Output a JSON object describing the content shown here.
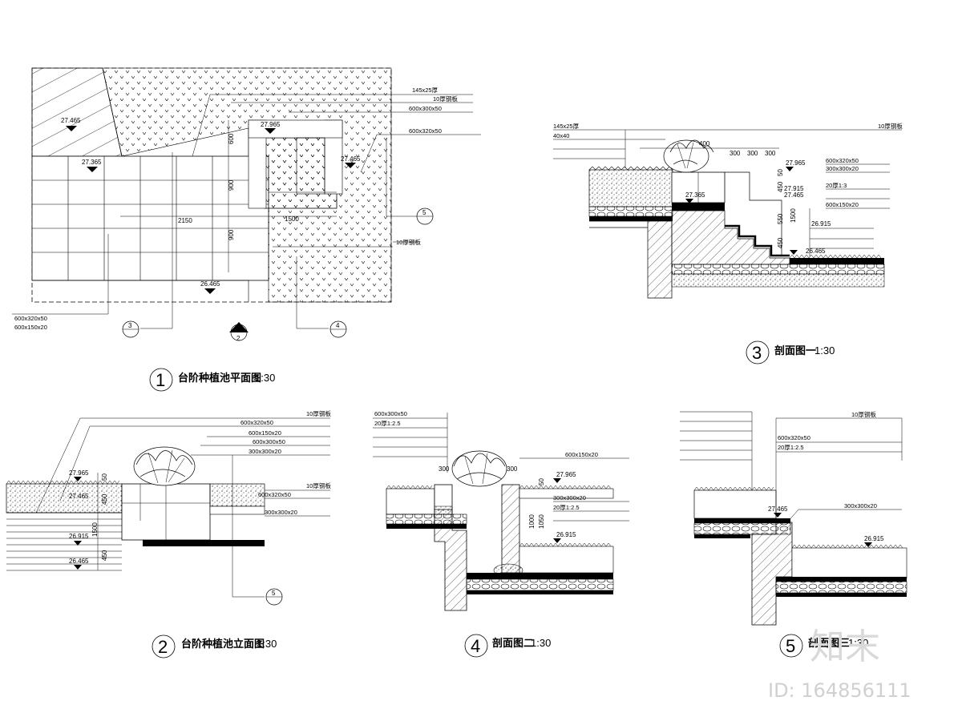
{
  "plan": {
    "caption_num": "1",
    "caption_title": "台阶种植池平面图",
    "caption_scale": "1:30",
    "notes_right": [
      "145x25厚",
      "10厚钢板",
      "600x300x50",
      "600x320x50"
    ],
    "notes_left": [
      "600x320x50",
      "600x150x20"
    ],
    "elevations": [
      "27.465",
      "27.365",
      "27.965",
      "27.465",
      "26.465"
    ],
    "dims": [
      "600",
      "900",
      "900",
      "2150",
      "1500"
    ],
    "markers": [
      "3",
      "4",
      "5",
      "2"
    ]
  },
  "section1": {
    "caption_num": "3",
    "caption_title": "剖面图一",
    "caption_scale": "1:30",
    "notes_left": [
      "145x25厚",
      "40x40",
      "",
      ""
    ],
    "notes_right": [
      "10厚钢板",
      "600x320x50",
      "300x300x20",
      "20厚1:3",
      "600x150x20"
    ],
    "elevations": [
      "27.965",
      "27.915",
      "27.465",
      "27.365",
      "26.915",
      "26.465"
    ],
    "dims": [
      "400",
      "300",
      "300",
      "300",
      "50",
      "450",
      "550",
      "1500",
      "450"
    ]
  },
  "elevation": {
    "caption_num": "2",
    "caption_title": "台阶种植池立面图",
    "caption_scale": "1:30",
    "notes": [
      "10厚钢板",
      "600x320x50",
      "600x150x20",
      "600x300x50",
      "300x300x20",
      "10厚钢板",
      "600x320x50",
      "300x300x20"
    ],
    "elevations": [
      "27.965",
      "27.465",
      "26.915",
      "26.465"
    ],
    "dims": [
      "50",
      "450",
      "1500",
      "450"
    ],
    "marker": "5"
  },
  "section2": {
    "caption_num": "4",
    "caption_title": "剖面图二",
    "caption_scale": "1:30",
    "notes_left": [
      "600x300x50",
      "20厚1:2.5",
      "",
      "",
      ""
    ],
    "notes_right": [
      "600x150x20",
      "300x300x20",
      "20厚1:2.5"
    ],
    "elevations": [
      "27.965",
      "26.915"
    ],
    "dims": [
      "300",
      "300",
      "50",
      "1000",
      "1050"
    ]
  },
  "section3": {
    "caption_num": "5",
    "caption_title": "剖面图三",
    "caption_scale": "1:30",
    "notes_left": [
      "",
      "",
      "",
      "",
      ""
    ],
    "notes_right": [
      "10厚钢板",
      "600x320x50",
      "20厚1:2.5"
    ],
    "elevations": [
      "27.465",
      "26.915"
    ],
    "note_mid": "300x300x20"
  },
  "watermark": {
    "logo": "知末",
    "id_text": "ID: 164856111"
  }
}
